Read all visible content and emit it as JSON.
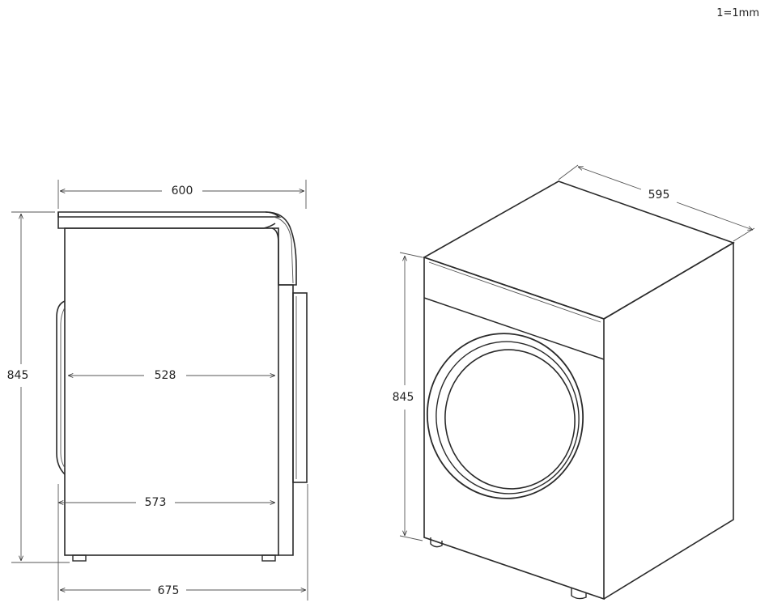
{
  "scale_note": "1=1mm",
  "side_view": {
    "width_top": "600",
    "height": "845",
    "depth_body": "528",
    "depth_base": "573",
    "depth_total": "675"
  },
  "perspective_view": {
    "width": "595",
    "height": "845"
  }
}
